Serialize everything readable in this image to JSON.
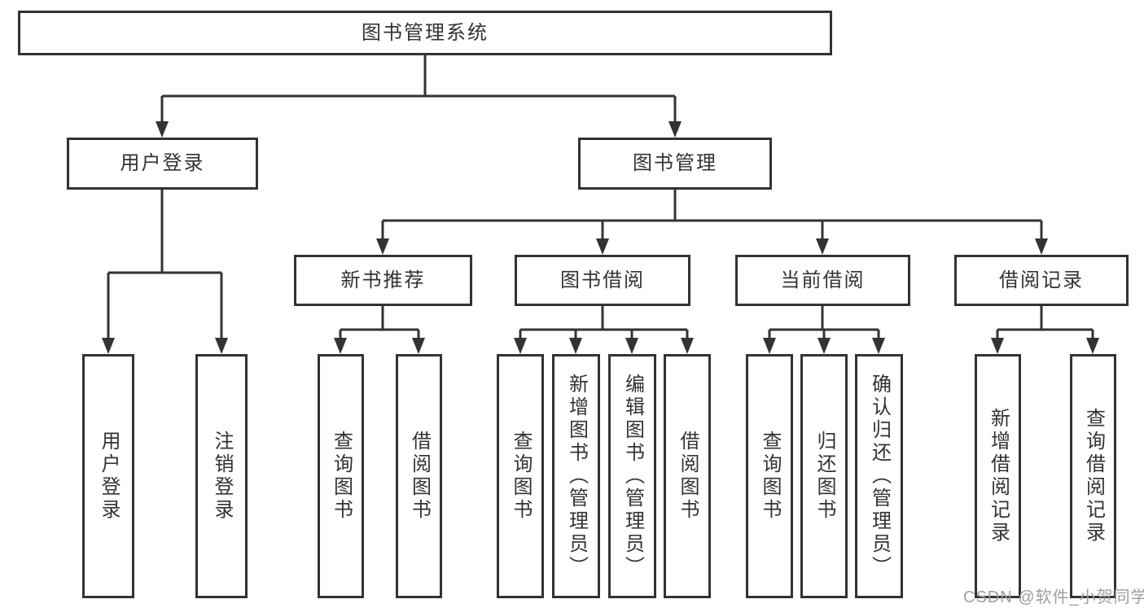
{
  "diagram": {
    "root": "图书管理系统",
    "branches": {
      "user_login": "用户登录",
      "book_management": "图书管理"
    },
    "modules": {
      "new_book_recommend": "新书推荐",
      "book_borrow": "图书借阅",
      "current_borrow": "当前借阅",
      "borrow_record": "借阅记录"
    },
    "leaves": {
      "user_login": "用户登录",
      "logout": "注销登录",
      "nbr_query_books": "查询图书",
      "nbr_borrow_books": "借阅图书",
      "bb_query_books": "查询图书",
      "bb_add_books_admin": "新增图书（管理员）",
      "bb_edit_books_admin": "编辑图书（管理员）",
      "bb_borrow_books": "借阅图书",
      "cb_query_books": "查询图书",
      "cb_return_books": "归还图书",
      "cb_confirm_return_admin": "确认归还（管理员）",
      "br_add_record": "新增借阅记录",
      "br_query_record": "查询借阅记录"
    },
    "watermark": "CSDN @软件_小贺同学",
    "colors": {
      "stroke": "#333333",
      "text": "#333333",
      "background": "#ffffff",
      "watermark": "#9e9e9e"
    }
  }
}
